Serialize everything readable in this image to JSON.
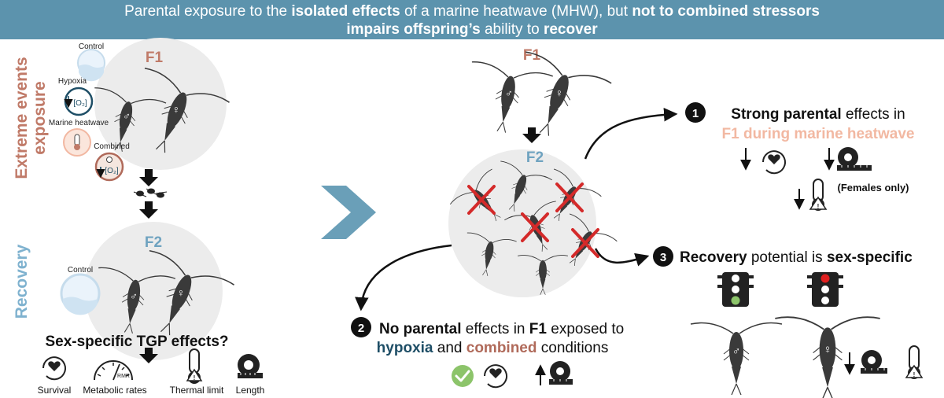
{
  "banner": {
    "line1": [
      {
        "text": "Parental exposure to the ",
        "bold": false
      },
      {
        "text": "isolated effects",
        "bold": true
      },
      {
        "text": " of a marine heatwave (MHW), but ",
        "bold": false
      },
      {
        "text": "not to combined stressors",
        "bold": true
      }
    ],
    "line2": [
      {
        "text": "impairs offspring’s",
        "bold": true
      },
      {
        "text": " ability to ",
        "bold": false
      },
      {
        "text": "recover",
        "bold": true
      }
    ],
    "background": "#5c93ad"
  },
  "left": {
    "side_exposure_line1": "Extreme events",
    "side_exposure_line2": "exposure",
    "side_recovery": "Recovery",
    "f1_label": "F1",
    "f2_label": "F2",
    "treatments": {
      "control": "Control",
      "hypoxia": "Hypoxia",
      "heatwave": "Marine heatwave",
      "combined": "Combined",
      "o2_symbol": "[O₂]"
    },
    "recovery_control": "Control",
    "question": "Sex-specific TGP effects?",
    "metrics": {
      "survival": "Survival",
      "metabolic": "Metabolic rates",
      "rmr": "RMR",
      "thermal": "Thermal limit",
      "length": "Length"
    }
  },
  "center": {
    "f1_label": "F1",
    "f2_label": "F2"
  },
  "findings": {
    "f1_number": "1",
    "f1_line1_bold": "Strong parental",
    "f1_line1_rest": " effects in",
    "f1_line2": "F1 during marine heatwave",
    "females_only": "(Females only)",
    "f2_number": "2",
    "f2_line1": [
      {
        "text": "No parental",
        "bold": true,
        "color": "#111111"
      },
      {
        "text": " effects in ",
        "bold": false,
        "color": "#111111"
      },
      {
        "text": "F1",
        "bold": true,
        "color": "#111111"
      },
      {
        "text": " exposed to",
        "bold": false,
        "color": "#111111"
      }
    ],
    "f2_line2": [
      {
        "text": "hypoxia",
        "bold": true,
        "color": "#1e4e66"
      },
      {
        "text": " and ",
        "bold": false,
        "color": "#111111"
      },
      {
        "text": "combined",
        "bold": true,
        "color": "#b06a5a"
      },
      {
        "text": " conditions",
        "bold": false,
        "color": "#111111"
      }
    ],
    "f3_number": "3",
    "f3_line": [
      {
        "text": "Recovery",
        "bold": true,
        "color": "#111111"
      },
      {
        "text": " potential is ",
        "bold": false,
        "color": "#111111"
      },
      {
        "text": "sex-specific",
        "bold": true,
        "color": "#111111"
      }
    ]
  },
  "colors": {
    "f1_label": "#c07a68",
    "f2_label": "#6fa3c0",
    "exposure_side": "#c07a68",
    "recovery_side": "#7fb2cf",
    "heatwave_text": "#f2b8a2",
    "hypoxia_text": "#1e4e66",
    "combined_text": "#b06a5a",
    "circle_bg": "#ececec",
    "chevron": "#6a9fb8",
    "cross": "#d42a2a",
    "check": "#8cc46a",
    "light_green": "#8cc46a",
    "light_red": "#e02020"
  },
  "icons": {
    "survival": "heart-cycle-icon",
    "metabolic": "gauge-icon",
    "thermal": "thermometer-warning-icon",
    "length": "tape-measure-icon",
    "traffic_green": "traffic-light-green-icon",
    "traffic_red": "traffic-light-red-icon",
    "check": "check-circle-icon"
  }
}
